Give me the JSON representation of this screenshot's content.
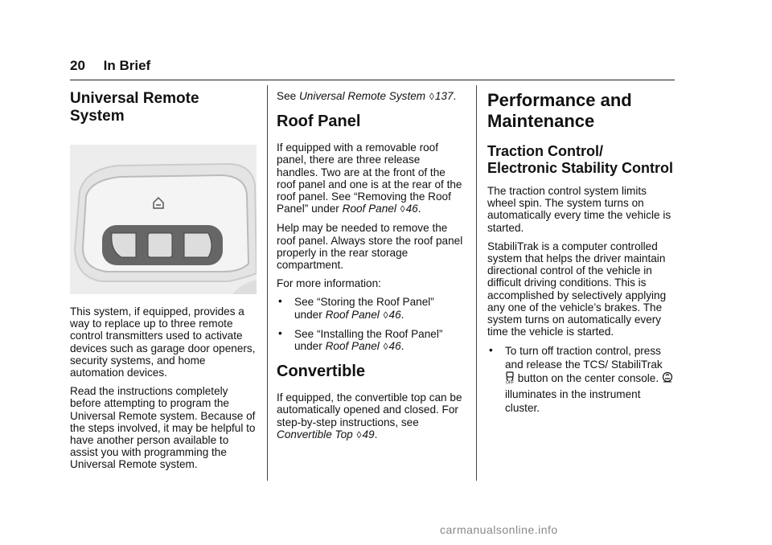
{
  "header": {
    "page_number": "20",
    "section": "In Brief"
  },
  "col1": {
    "title": "Universal Remote System",
    "p1": "This system, if equipped, provides a way to replace up to three remote control transmitters used to activate devices such as garage door openers, security systems, and home automation devices.",
    "p2": "Read the instructions completely before attempting to program the Universal Remote system. Because of the steps involved, it may be helpful to have another person available to assist you with programming the Universal Remote system."
  },
  "col2": {
    "see": "See",
    "see_ref": "Universal Remote System",
    "see_page": "137",
    "roof_title": "Roof Panel",
    "roof_p1": "If equipped with a removable roof panel, there are three release handles. Two are at the front of the roof panel and one is at the rear of the roof panel. See “Removing the Roof Panel” under",
    "roof_p1_ref": "Roof Panel",
    "roof_p1_page": "46",
    "roof_p2": "Help may be needed to remove the roof panel. Always store the roof panel properly in the rear storage compartment.",
    "roof_p3": "For more information:",
    "bullets": [
      {
        "text": "See “Storing the Roof Panel” under",
        "ref": "Roof Panel",
        "page": "46"
      },
      {
        "text": "See “Installing the Roof Panel” under",
        "ref": "Roof Panel",
        "page": "46"
      }
    ],
    "conv_title": "Convertible",
    "conv_p": "If equipped, the convertible top can be automatically opened and closed. For step-by-step instructions, see",
    "conv_ref": "Convertible Top",
    "conv_page": "49"
  },
  "col3": {
    "title": "Performance and Maintenance",
    "subtitle": "Traction Control/ Electronic Stability Control",
    "p1": "The traction control system limits wheel spin. The system turns on automatically every time the vehicle is started.",
    "p2": "StabiliTrak is a computer controlled system that helps the driver maintain directional control of the vehicle in difficult driving conditions. This is accomplished by selectively applying any one of the vehicle’s brakes. The system turns on automatically every time the vehicle is started.",
    "bullet_a": "To turn off traction control, press and release the TCS/ StabiliTrak",
    "bullet_b": "button on the center console.",
    "bullet_c": "illuminates in the instrument cluster."
  },
  "bullet_char": "•",
  "arrow_char": "◊",
  "watermark": "carmanualsonline.info"
}
